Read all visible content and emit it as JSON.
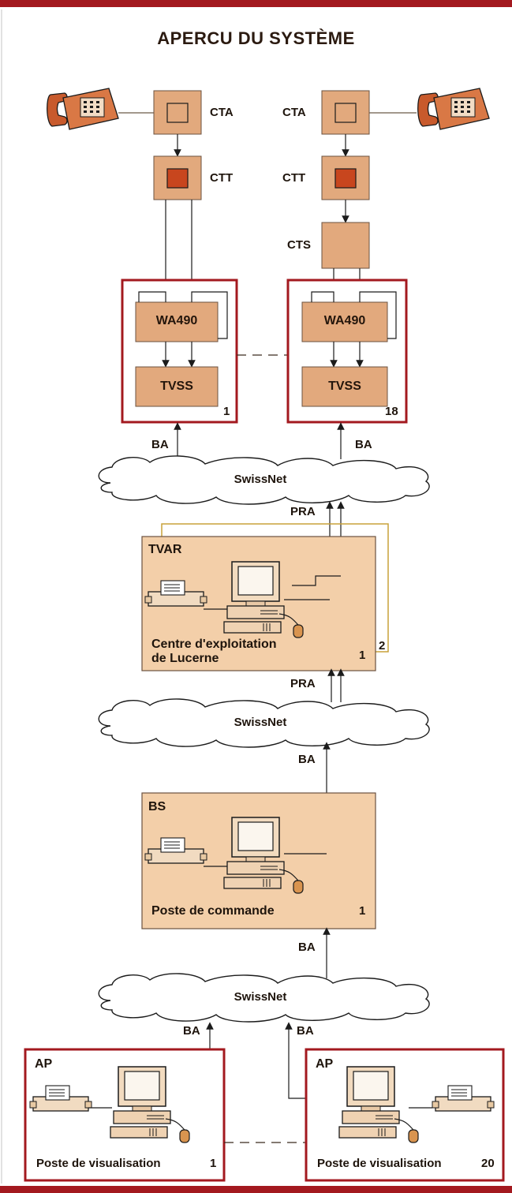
{
  "title": "APERCU DU SYSTÈME",
  "top": {
    "cta_left": "CTA",
    "ctt_left": "CTT",
    "cta_right": "CTA",
    "ctt_right": "CTT",
    "cts": "CTS"
  },
  "relay_boxes": {
    "left": {
      "wa": "WA490",
      "tvss": "TVSS",
      "count": "1"
    },
    "right": {
      "wa": "WA490",
      "tvss": "TVSS",
      "count": "18"
    }
  },
  "links": {
    "ba_left": "BA",
    "ba_right": "BA",
    "pra_1": "PRA",
    "pra_2": "PRA",
    "ba_mid": "BA",
    "ba_bs": "BA",
    "ba_ap_left": "BA",
    "ba_ap_right": "BA"
  },
  "clouds": {
    "c1": "SwissNet",
    "c2": "SwissNet",
    "c3": "SwissNet"
  },
  "tvar": {
    "code": "TVAR",
    "caption_line1": "Centre d'exploitation",
    "caption_line2": "de Lucerne",
    "count": "1",
    "outer_count": "2"
  },
  "bs": {
    "code": "BS",
    "caption": "Poste de commande",
    "count": "1"
  },
  "ap_left": {
    "code": "AP",
    "caption": "Poste de visualisation",
    "count": "1"
  },
  "ap_right": {
    "code": "AP",
    "caption": "Poste de visualisation",
    "count": "20"
  },
  "colors": {
    "frame_red": "#a3191f",
    "box_fill": "#e2a97d",
    "panel_fill": "#f3cfa9",
    "inner_red": "#c8461e",
    "line_yellow": "#c9a23a"
  }
}
